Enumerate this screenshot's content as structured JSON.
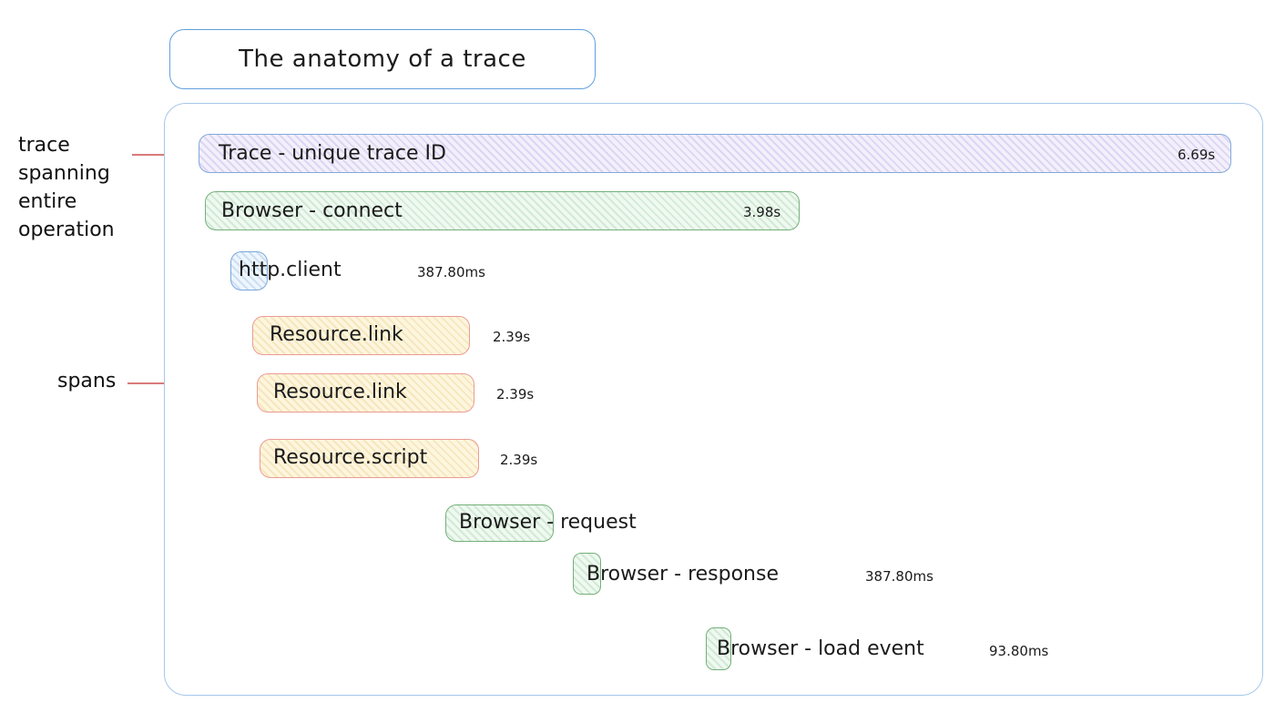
{
  "title": "The anatomy of a trace",
  "annotations": {
    "trace_pointer": {
      "lines": [
        "trace",
        "spanning",
        "entire",
        "operation"
      ]
    },
    "spans_pointer": {
      "label": "spans"
    }
  },
  "spans": [
    {
      "id": "trace",
      "label": "Trace - unique trace ID",
      "duration": "6.69s",
      "color": "purple"
    },
    {
      "id": "browser-connect",
      "label": "Browser - connect",
      "duration": "3.98s",
      "color": "green"
    },
    {
      "id": "http-client",
      "label": "http.client",
      "duration": "387.80ms",
      "color": "blue"
    },
    {
      "id": "resource-link-1",
      "label": "Resource.link",
      "duration": "2.39s",
      "color": "yellow"
    },
    {
      "id": "resource-link-2",
      "label": "Resource.link",
      "duration": "2.39s",
      "color": "yellow"
    },
    {
      "id": "resource-script",
      "label": "Resource.script",
      "duration": "2.39s",
      "color": "yellow"
    },
    {
      "id": "browser-request",
      "label": "Browser - request",
      "duration": "",
      "color": "green"
    },
    {
      "id": "browser-response",
      "label": "Browser - response",
      "duration": "387.80ms",
      "color": "green"
    },
    {
      "id": "browser-load-event",
      "label": "Browser - load event",
      "duration": "93.80ms",
      "color": "green"
    }
  ],
  "colors": {
    "container_border": "#a6c7ea",
    "title_border": "#61a0dc",
    "trace_fill": "#f3f0fb",
    "trace_border": "#84a9db",
    "green_fill": "#eff9f1",
    "green_border": "#74b079",
    "blue_fill": "#eef6fd",
    "blue_border": "#7aa7d9",
    "yellow_fill": "#fdf6df",
    "yellow_border": "#ec9b94",
    "annotation_red": "#d97b7b",
    "text": "#1b1b1b"
  }
}
